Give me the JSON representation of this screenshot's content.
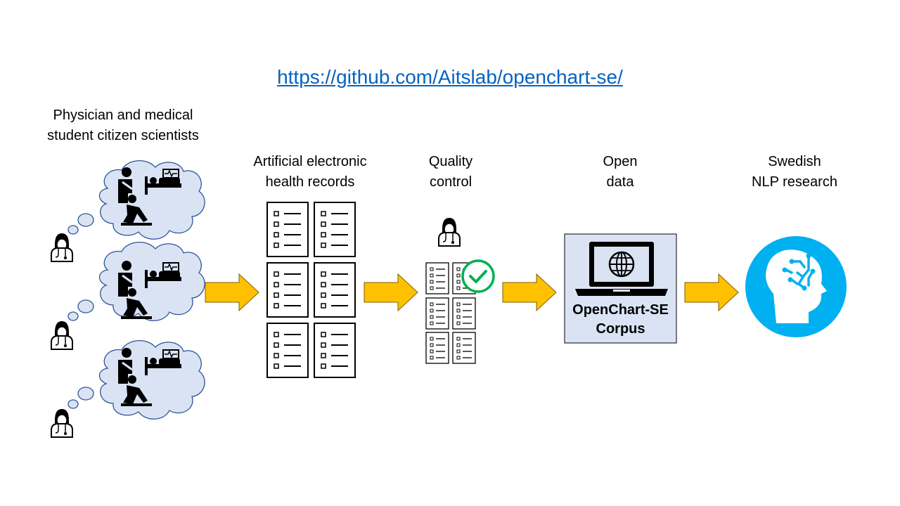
{
  "url": "https://github.com/Aitslab/openchart-se/",
  "labels": {
    "citizen_line1": "Physician and medical",
    "citizen_line2": "student citizen scientists",
    "records_line1": "Artificial electronic",
    "records_line2": "health records",
    "quality_line1": "Quality",
    "quality_line2": "control",
    "open_line1": "Open",
    "open_line2": "data",
    "nlp_line1": "Swedish",
    "nlp_line2": "NLP research"
  },
  "corpus": {
    "line1": "OpenChart-SE",
    "line2": "Corpus"
  },
  "colors": {
    "link": "#0563c1",
    "cloud_fill": "#dae3f3",
    "cloud_stroke": "#2f5597",
    "arrow_fill": "#ffc000",
    "arrow_stroke": "#7f6000",
    "corpus_fill": "#dae3f3",
    "check": "#00b050",
    "brain_circle": "#00b0f0"
  },
  "icons": [
    "person-icon",
    "thought-cloud-icon",
    "document-icon",
    "check-icon",
    "laptop-globe-icon",
    "brain-head-icon"
  ]
}
